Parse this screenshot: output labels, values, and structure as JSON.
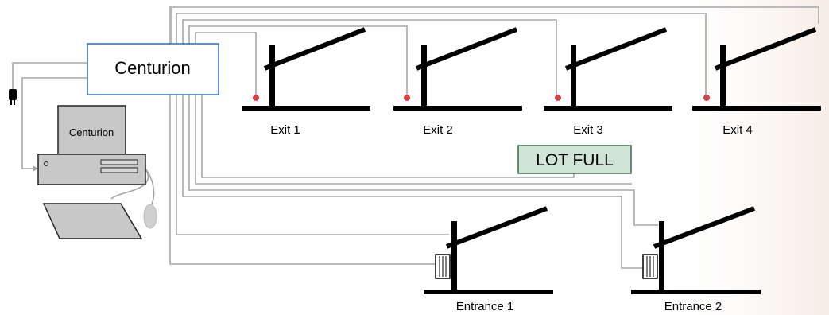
{
  "controller": {
    "label": "Centurion"
  },
  "computer": {
    "screen_label": "Centurion"
  },
  "lot_sign": {
    "label": "LOT FULL"
  },
  "exits": [
    {
      "label": "Exit 1"
    },
    {
      "label": "Exit 2"
    },
    {
      "label": "Exit 3"
    },
    {
      "label": "Exit 4"
    }
  ],
  "entrances": [
    {
      "label": "Entrance 1"
    },
    {
      "label": "Entrance 2"
    }
  ],
  "colors": {
    "wire": "#a6a6a6",
    "controller_border": "#2a6fb0",
    "sign_fill": "#cfe3d6",
    "sign_border": "#3a6b4c",
    "sensor": "#d9414a",
    "gate": "#000000",
    "device_gray": "#c8c8c8"
  }
}
